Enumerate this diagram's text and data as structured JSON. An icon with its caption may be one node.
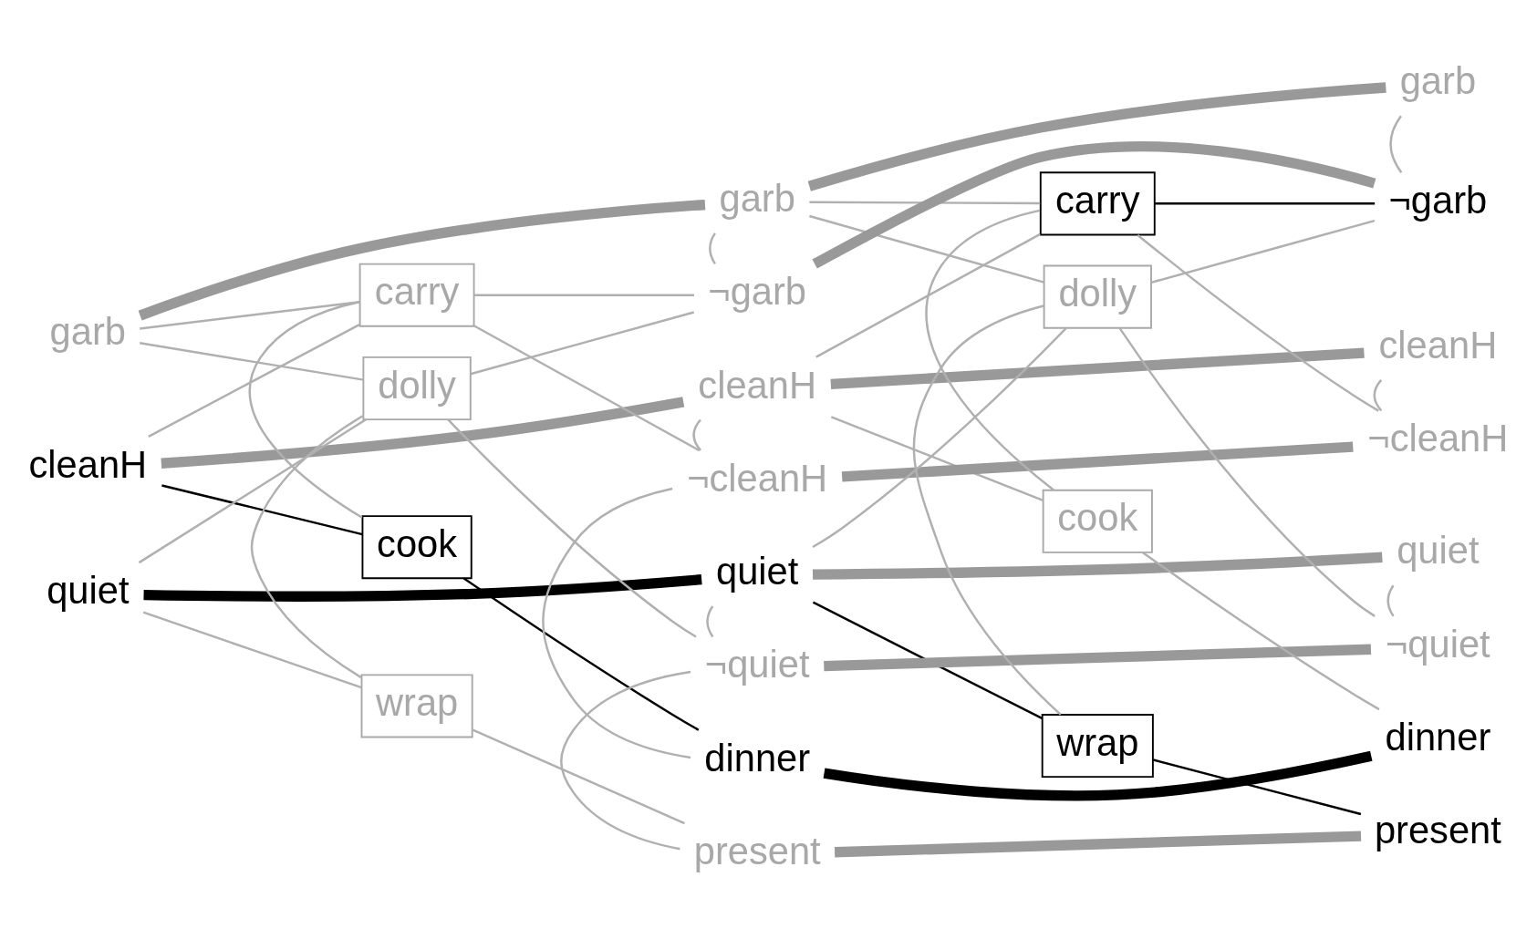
{
  "diagram": {
    "nodes": [
      {
        "text": [
          "garb"
        ]
      },
      {
        "text": [
          "cleanH"
        ]
      },
      {
        "text": [
          "quiet"
        ]
      },
      {
        "text": [
          "carry"
        ]
      },
      {
        "text": [
          "dolly"
        ]
      },
      {
        "text": [
          "cook"
        ]
      },
      {
        "text": [
          "wrap"
        ]
      },
      {
        "text": [
          "garb"
        ]
      },
      {
        "text": [
          "¬garb"
        ]
      },
      {
        "text": [
          "cleanH"
        ]
      },
      {
        "text": [
          "¬cleanH"
        ]
      },
      {
        "text": [
          "quiet"
        ]
      },
      {
        "text": [
          "¬quiet"
        ]
      },
      {
        "text": [
          "dinner"
        ]
      },
      {
        "text": [
          "present"
        ]
      },
      {
        "text": [
          "carry"
        ]
      },
      {
        "text": [
          "dolly"
        ]
      },
      {
        "text": [
          "cook"
        ]
      },
      {
        "text": [
          "wrap"
        ]
      },
      {
        "text": [
          "garb"
        ]
      },
      {
        "text": [
          "¬garb"
        ]
      },
      {
        "text": [
          "cleanH"
        ]
      },
      {
        "text": [
          "¬cleanH"
        ]
      },
      {
        "text": [
          "quiet"
        ]
      },
      {
        "text": [
          "¬quiet"
        ]
      },
      {
        "text": [
          "dinner"
        ]
      },
      {
        "text": [
          "present"
        ]
      }
    ],
    "edges": [
      {
        "from": 0,
        "to": 7,
        "arrow": "none",
        "style": "thick"
      },
      {
        "from": 1,
        "to": 9,
        "arrow": "none",
        "style": "thick"
      },
      {
        "from": 2,
        "to": 11,
        "arrow": "none",
        "style": "thick",
        "color": "#000000"
      },
      {
        "from": 1,
        "to": 5,
        "arrow": "none",
        "color": "#000000"
      },
      {
        "from": 2,
        "to": 6,
        "arrow": "none"
      },
      {
        "from": 3,
        "to": 8,
        "arrow": "none"
      },
      {
        "from": 3,
        "to": 10,
        "arrow": "none"
      },
      {
        "from": 4,
        "to": 8,
        "arrow": "none"
      },
      {
        "from": 4,
        "to": 12,
        "arrow": "none"
      },
      {
        "from": 5,
        "to": 13,
        "arrow": "none",
        "color": "#000000"
      },
      {
        "from": 6,
        "to": 14,
        "arrow": "none"
      },
      {
        "from": 0,
        "to": 3,
        "arrow": "none"
      },
      {
        "from": 0,
        "to": 4,
        "arrow": "none"
      },
      {
        "from": 1,
        "to": 3,
        "arrow": "none"
      },
      {
        "from": 2,
        "to": 4,
        "arrow": "none"
      },
      {
        "from": 3,
        "to": 5,
        "arrow": "none"
      },
      {
        "from": 4,
        "to": 6,
        "arrow": "none"
      },
      {
        "from": 7,
        "to": 8,
        "arrow": "none"
      },
      {
        "from": 9,
        "to": 10,
        "arrow": "none"
      },
      {
        "from": 11,
        "to": 12,
        "arrow": "none"
      },
      {
        "from": 10,
        "to": 13,
        "arrow": "none"
      },
      {
        "from": 12,
        "to": 14,
        "arrow": "none"
      },
      {
        "from": 7,
        "to": 19,
        "arrow": "none",
        "style": "thick"
      },
      {
        "from": 8,
        "to": 20,
        "arrow": "none",
        "style": "thick"
      },
      {
        "from": 9,
        "to": 21,
        "arrow": "none",
        "style": "thick"
      },
      {
        "from": 10,
        "to": 22,
        "arrow": "none",
        "style": "thick"
      },
      {
        "from": 11,
        "to": 23,
        "arrow": "none",
        "style": "thick"
      },
      {
        "from": 12,
        "to": 24,
        "arrow": "none",
        "style": "thick"
      },
      {
        "from": 13,
        "to": 25,
        "arrow": "none",
        "style": "thick",
        "color": "#000000"
      },
      {
        "from": 14,
        "to": 26,
        "arrow": "none",
        "style": "thick"
      },
      {
        "from": 9,
        "to": 17,
        "arrow": "none"
      },
      {
        "from": 11,
        "to": 18,
        "arrow": "none",
        "color": "#000000"
      },
      {
        "from": 7,
        "to": 15,
        "arrow": "none"
      },
      {
        "from": 7,
        "to": 16,
        "arrow": "none"
      },
      {
        "from": 9,
        "to": 15,
        "arrow": "none"
      },
      {
        "from": 11,
        "to": 16,
        "arrow": "none"
      },
      {
        "from": 15,
        "to": 17,
        "arrow": "none"
      },
      {
        "from": 16,
        "to": 18,
        "arrow": "none"
      },
      {
        "from": 15,
        "to": 20,
        "arrow": "none",
        "color": "#000000"
      },
      {
        "from": 15,
        "to": 22,
        "arrow": "none"
      },
      {
        "from": 16,
        "to": 20,
        "arrow": "none"
      },
      {
        "from": 16,
        "to": 24,
        "arrow": "none"
      },
      {
        "from": 17,
        "to": 25,
        "arrow": "none"
      },
      {
        "from": 18,
        "to": 26,
        "arrow": "none",
        "color": "#000000"
      },
      {
        "from": 19,
        "to": 20,
        "arrow": "none"
      },
      {
        "from": 21,
        "to": 22,
        "arrow": "none"
      },
      {
        "from": 23,
        "to": 24,
        "arrow": "none"
      }
    ]
  }
}
